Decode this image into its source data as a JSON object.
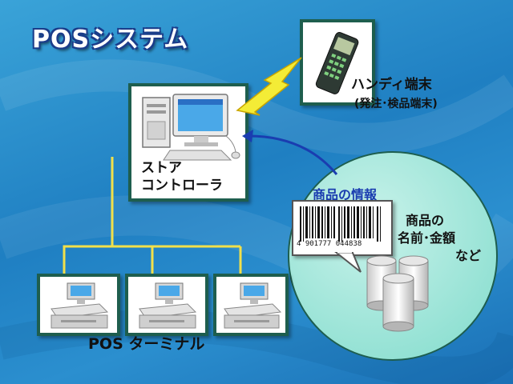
{
  "title": "POSシステム",
  "store_controller": {
    "line1": "ストア",
    "line2": "コントローラ"
  },
  "handy_terminal": {
    "line1": "ハンディ端末",
    "line2": "(発注･検品端末)"
  },
  "pos_terminal": {
    "label": "POS ターミナル"
  },
  "product_info": {
    "title": "商品の情報",
    "barcode_number": "4 901777 044838",
    "details_line1": "商品の",
    "details_line2": "名前･金額",
    "details_line3": "など"
  }
}
